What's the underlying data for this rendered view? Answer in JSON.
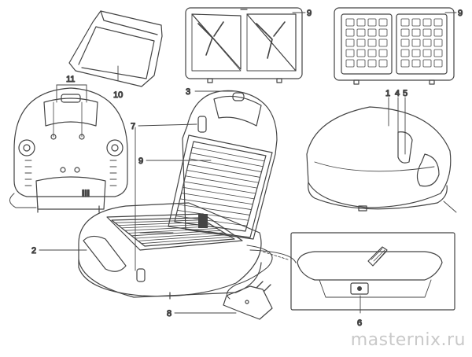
{
  "callouts": {
    "c1": "1",
    "c2": "2",
    "c3": "3",
    "c4": "4",
    "c5": "5",
    "c6": "6",
    "c7": "7",
    "c8": "8",
    "c9_sandwich": "9",
    "c9_waffle": "9",
    "c9_grill": "9",
    "c10": "10",
    "c11": "11"
  },
  "base_marking": "III",
  "watermark": "masternix.ru"
}
